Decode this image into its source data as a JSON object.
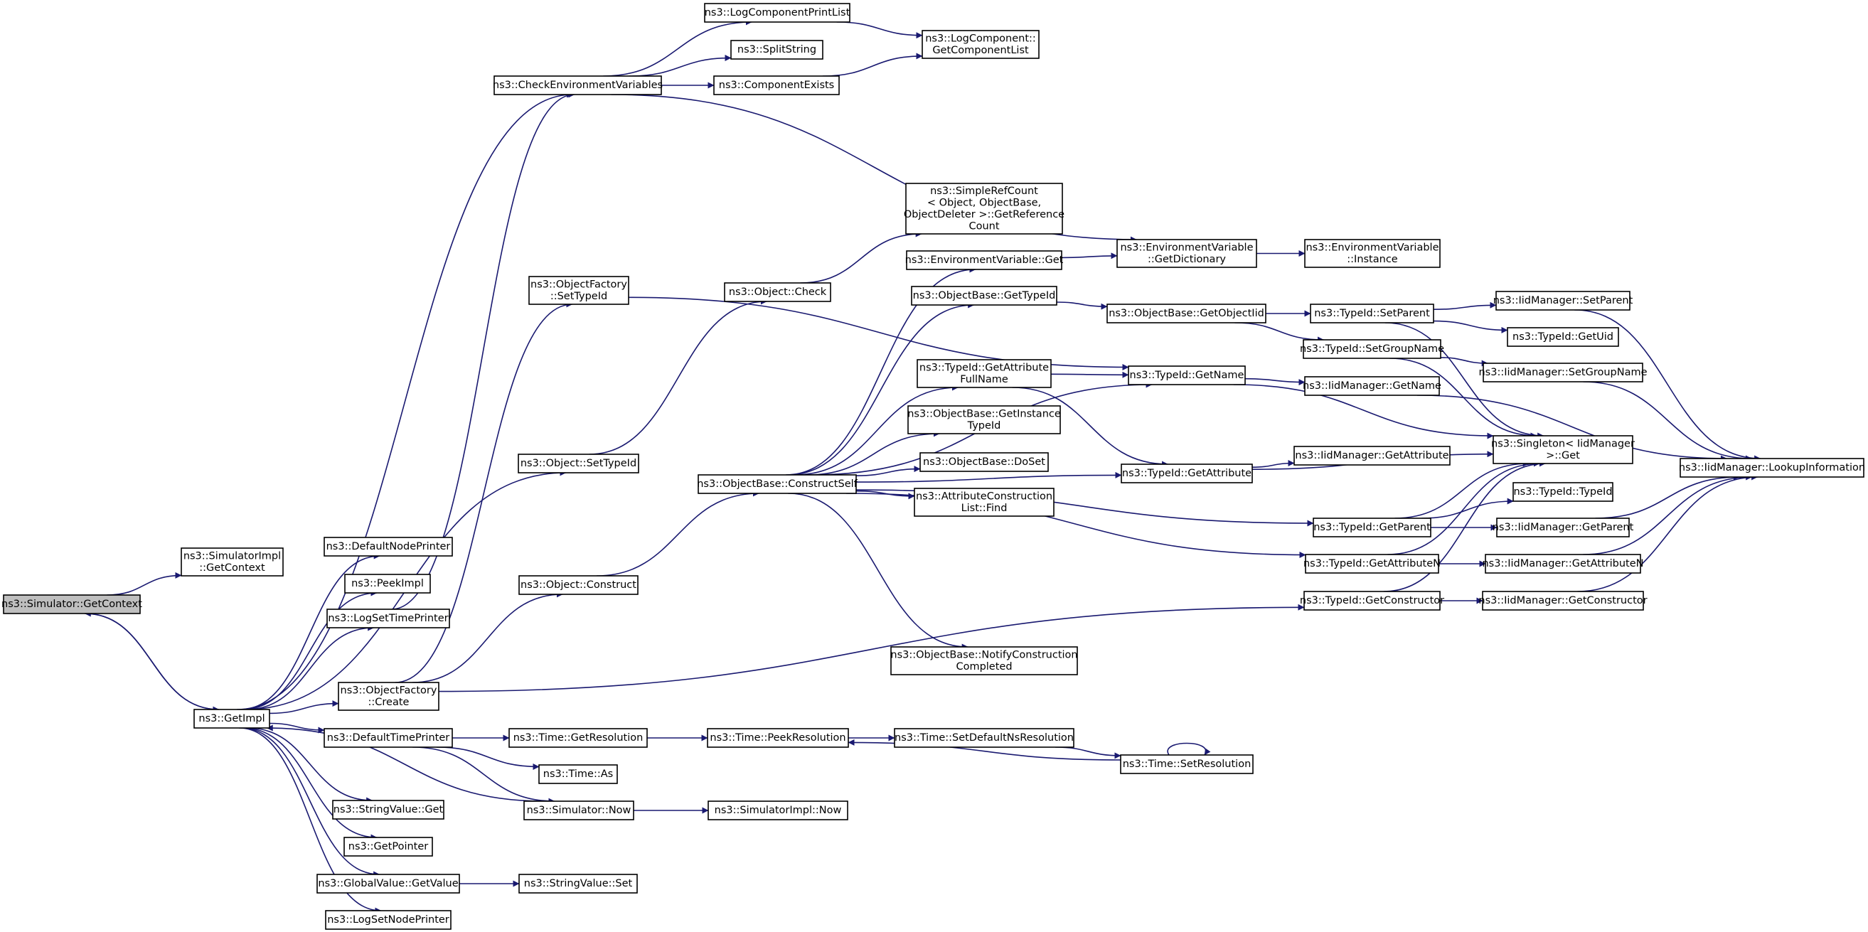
{
  "graph": {
    "root": "get_context",
    "nodes": [
      {
        "id": "get_context",
        "lines": [
          "ns3::Simulator::GetContext"
        ],
        "root": true
      },
      {
        "id": "simimpl_getcontext",
        "lines": [
          "ns3::SimulatorImpl",
          "::GetContext"
        ]
      },
      {
        "id": "get_impl",
        "lines": [
          "ns3::GetImpl"
        ]
      },
      {
        "id": "default_node_printer",
        "lines": [
          "ns3::DefaultNodePrinter"
        ]
      },
      {
        "id": "peek_impl",
        "lines": [
          "ns3::PeekImpl"
        ]
      },
      {
        "id": "log_set_time_printer",
        "lines": [
          "ns3::LogSetTimePrinter"
        ]
      },
      {
        "id": "object_factory_create",
        "lines": [
          "ns3::ObjectFactory",
          "::Create"
        ]
      },
      {
        "id": "default_time_printer",
        "lines": [
          "ns3::DefaultTimePrinter"
        ]
      },
      {
        "id": "string_value_get",
        "lines": [
          "ns3::StringValue::Get"
        ]
      },
      {
        "id": "get_pointer",
        "lines": [
          "ns3::GetPointer"
        ]
      },
      {
        "id": "global_value_get_value",
        "lines": [
          "ns3::GlobalValue::GetValue"
        ]
      },
      {
        "id": "log_set_node_printer",
        "lines": [
          "ns3::LogSetNodePrinter"
        ]
      },
      {
        "id": "check_env_vars",
        "lines": [
          "ns3::CheckEnvironmentVariables"
        ]
      },
      {
        "id": "object_factory_set_type_id",
        "lines": [
          "ns3::ObjectFactory",
          "::SetTypeId"
        ]
      },
      {
        "id": "object_set_type_id",
        "lines": [
          "ns3::Object::SetTypeId"
        ]
      },
      {
        "id": "object_construct",
        "lines": [
          "ns3::Object::Construct"
        ]
      },
      {
        "id": "time_get_resolution",
        "lines": [
          "ns3::Time::GetResolution"
        ]
      },
      {
        "id": "time_as",
        "lines": [
          "ns3::Time::As"
        ]
      },
      {
        "id": "simulator_now",
        "lines": [
          "ns3::Simulator::Now"
        ]
      },
      {
        "id": "string_value_set",
        "lines": [
          "ns3::StringValue::Set"
        ]
      },
      {
        "id": "log_component_print_list",
        "lines": [
          "ns3::LogComponentPrintList"
        ]
      },
      {
        "id": "split_string",
        "lines": [
          "ns3::SplitString"
        ]
      },
      {
        "id": "component_exists",
        "lines": [
          "ns3::ComponentExists"
        ]
      },
      {
        "id": "object_check",
        "lines": [
          "ns3::Object::Check"
        ]
      },
      {
        "id": "object_base_construct_self",
        "lines": [
          "ns3::ObjectBase::ConstructSelf"
        ]
      },
      {
        "id": "time_peek_resolution",
        "lines": [
          "ns3::Time::PeekResolution"
        ]
      },
      {
        "id": "simimpl_now",
        "lines": [
          "ns3::SimulatorImpl::Now"
        ]
      },
      {
        "id": "log_component_get_list",
        "lines": [
          "ns3::LogComponent::",
          "GetComponentList"
        ]
      },
      {
        "id": "simple_ref_count",
        "lines": [
          "ns3::SimpleRefCount",
          "< Object, ObjectBase,",
          " ObjectDeleter >::GetReference",
          "Count"
        ]
      },
      {
        "id": "env_var_get",
        "lines": [
          "ns3::EnvironmentVariable::Get"
        ]
      },
      {
        "id": "object_base_get_type_id",
        "lines": [
          "ns3::ObjectBase::GetTypeId"
        ]
      },
      {
        "id": "typeid_get_attribute_full_name",
        "lines": [
          "ns3::TypeId::GetAttribute",
          "FullName"
        ]
      },
      {
        "id": "object_base_get_instance_type_id",
        "lines": [
          "ns3::ObjectBase::GetInstance",
          "TypeId"
        ]
      },
      {
        "id": "object_base_do_set",
        "lines": [
          "ns3::ObjectBase::DoSet"
        ]
      },
      {
        "id": "attr_construction_list_find",
        "lines": [
          "ns3::AttributeConstruction",
          "List::Find"
        ]
      },
      {
        "id": "object_base_notify_construction",
        "lines": [
          "ns3::ObjectBase::NotifyConstruction",
          "Completed"
        ]
      },
      {
        "id": "time_set_default_ns_resolution",
        "lines": [
          "ns3::Time::SetDefaultNsResolution"
        ]
      },
      {
        "id": "env_var_get_dictionary",
        "lines": [
          "ns3::EnvironmentVariable",
          "::GetDictionary"
        ]
      },
      {
        "id": "object_base_get_object_iid",
        "lines": [
          "ns3::ObjectBase::GetObjectIid"
        ]
      },
      {
        "id": "typeid_get_name",
        "lines": [
          "ns3::TypeId::GetName"
        ]
      },
      {
        "id": "typeid_get_attribute",
        "lines": [
          "ns3::TypeId::GetAttribute"
        ]
      },
      {
        "id": "time_set_resolution",
        "lines": [
          "ns3::Time::SetResolution"
        ]
      },
      {
        "id": "env_var_instance",
        "lines": [
          "ns3::EnvironmentVariable",
          "::Instance"
        ]
      },
      {
        "id": "typeid_set_parent",
        "lines": [
          "ns3::TypeId::SetParent"
        ]
      },
      {
        "id": "typeid_set_group_name",
        "lines": [
          "ns3::TypeId::SetGroupName"
        ]
      },
      {
        "id": "iid_manager_get_name",
        "lines": [
          "ns3::IidManager::GetName"
        ]
      },
      {
        "id": "iid_manager_get_attribute",
        "lines": [
          "ns3::IidManager::GetAttribute"
        ]
      },
      {
        "id": "typeid_get_parent",
        "lines": [
          "ns3::TypeId::GetParent"
        ]
      },
      {
        "id": "typeid_get_attribute_n",
        "lines": [
          "ns3::TypeId::GetAttributeN"
        ]
      },
      {
        "id": "typeid_get_constructor",
        "lines": [
          "ns3::TypeId::GetConstructor"
        ]
      },
      {
        "id": "iid_manager_set_parent",
        "lines": [
          "ns3::IidManager::SetParent"
        ]
      },
      {
        "id": "typeid_get_uid",
        "lines": [
          "ns3::TypeId::GetUid"
        ]
      },
      {
        "id": "iid_manager_set_group_name",
        "lines": [
          "ns3::IidManager::SetGroupName"
        ]
      },
      {
        "id": "singleton_get",
        "lines": [
          "ns3::Singleton< IidManager",
          " >::Get"
        ]
      },
      {
        "id": "typeid_typeid",
        "lines": [
          "ns3::TypeId::TypeId"
        ]
      },
      {
        "id": "iid_manager_get_parent",
        "lines": [
          "ns3::IidManager::GetParent"
        ]
      },
      {
        "id": "iid_manager_get_attribute_n",
        "lines": [
          "ns3::IidManager::GetAttributeN"
        ]
      },
      {
        "id": "iid_manager_get_constructor",
        "lines": [
          "ns3::IidManager::GetConstructor"
        ]
      },
      {
        "id": "iid_manager_lookup_information",
        "lines": [
          "ns3::IidManager::LookupInformation"
        ]
      }
    ],
    "edges": [
      [
        "get_context",
        "simimpl_getcontext"
      ],
      [
        "get_context",
        "get_impl"
      ],
      [
        "get_impl",
        "get_context"
      ],
      [
        "get_impl",
        "default_node_printer"
      ],
      [
        "get_impl",
        "peek_impl"
      ],
      [
        "get_impl",
        "log_set_time_printer"
      ],
      [
        "get_impl",
        "object_factory_create"
      ],
      [
        "get_impl",
        "default_time_printer"
      ],
      [
        "get_impl",
        "string_value_get"
      ],
      [
        "get_impl",
        "get_pointer"
      ],
      [
        "get_impl",
        "global_value_get_value"
      ],
      [
        "get_impl",
        "log_set_node_printer"
      ],
      [
        "get_impl",
        "check_env_vars"
      ],
      [
        "get_impl",
        "object_set_type_id"
      ],
      [
        "simulator_now",
        "get_impl"
      ],
      [
        "log_set_time_printer",
        "check_env_vars"
      ],
      [
        "object_factory_create",
        "object_factory_set_type_id"
      ],
      [
        "object_factory_create",
        "object_construct"
      ],
      [
        "object_factory_create",
        "typeid_get_constructor"
      ],
      [
        "default_time_printer",
        "time_get_resolution"
      ],
      [
        "default_time_printer",
        "time_as"
      ],
      [
        "default_time_printer",
        "simulator_now"
      ],
      [
        "global_value_get_value",
        "string_value_set"
      ],
      [
        "check_env_vars",
        "log_component_print_list"
      ],
      [
        "check_env_vars",
        "split_string"
      ],
      [
        "check_env_vars",
        "component_exists"
      ],
      [
        "check_env_vars",
        "env_var_get_dictionary"
      ],
      [
        "object_factory_set_type_id",
        "typeid_get_name"
      ],
      [
        "object_set_type_id",
        "object_check"
      ],
      [
        "object_construct",
        "object_base_construct_self"
      ],
      [
        "time_get_resolution",
        "time_peek_resolution"
      ],
      [
        "simulator_now",
        "simimpl_now"
      ],
      [
        "log_component_print_list",
        "log_component_get_list"
      ],
      [
        "component_exists",
        "log_component_get_list"
      ],
      [
        "object_check",
        "simple_ref_count"
      ],
      [
        "object_base_construct_self",
        "env_var_get"
      ],
      [
        "object_base_construct_self",
        "object_base_get_type_id"
      ],
      [
        "object_base_construct_self",
        "typeid_get_name"
      ],
      [
        "object_base_construct_self",
        "typeid_get_attribute_full_name"
      ],
      [
        "object_base_construct_self",
        "object_base_get_instance_type_id"
      ],
      [
        "object_base_construct_self",
        "object_base_do_set"
      ],
      [
        "object_base_construct_self",
        "attr_construction_list_find"
      ],
      [
        "object_base_construct_self",
        "object_base_notify_construction"
      ],
      [
        "object_base_construct_self",
        "typeid_get_attribute"
      ],
      [
        "object_base_construct_self",
        "typeid_get_parent"
      ],
      [
        "object_base_construct_self",
        "typeid_get_attribute_n"
      ],
      [
        "time_peek_resolution",
        "time_set_default_ns_resolution"
      ],
      [
        "env_var_get",
        "env_var_get_dictionary"
      ],
      [
        "object_base_get_type_id",
        "object_base_get_object_iid"
      ],
      [
        "typeid_get_attribute_full_name",
        "typeid_get_name"
      ],
      [
        "typeid_get_attribute_full_name",
        "typeid_get_attribute"
      ],
      [
        "time_set_default_ns_resolution",
        "time_set_resolution"
      ],
      [
        "time_set_resolution",
        "time_peek_resolution"
      ],
      [
        "time_set_resolution",
        "time_set_resolution"
      ],
      [
        "env_var_get_dictionary",
        "env_var_instance"
      ],
      [
        "object_base_get_object_iid",
        "typeid_set_parent"
      ],
      [
        "object_base_get_object_iid",
        "typeid_set_group_name"
      ],
      [
        "typeid_get_name",
        "iid_manager_get_name"
      ],
      [
        "typeid_get_name",
        "singleton_get"
      ],
      [
        "typeid_get_attribute",
        "iid_manager_get_attribute"
      ],
      [
        "typeid_get_attribute",
        "singleton_get"
      ],
      [
        "typeid_set_parent",
        "iid_manager_set_parent"
      ],
      [
        "typeid_set_parent",
        "typeid_get_uid"
      ],
      [
        "typeid_set_parent",
        "singleton_get"
      ],
      [
        "typeid_set_group_name",
        "iid_manager_set_group_name"
      ],
      [
        "typeid_set_group_name",
        "singleton_get"
      ],
      [
        "iid_manager_get_name",
        "iid_manager_lookup_information"
      ],
      [
        "typeid_get_parent",
        "typeid_typeid"
      ],
      [
        "typeid_get_parent",
        "iid_manager_get_parent"
      ],
      [
        "typeid_get_parent",
        "singleton_get"
      ],
      [
        "typeid_get_attribute_n",
        "iid_manager_get_attribute_n"
      ],
      [
        "typeid_get_attribute_n",
        "singleton_get"
      ],
      [
        "typeid_get_constructor",
        "iid_manager_get_constructor"
      ],
      [
        "typeid_get_constructor",
        "singleton_get"
      ],
      [
        "iid_manager_set_parent",
        "iid_manager_lookup_information"
      ],
      [
        "iid_manager_set_group_name",
        "iid_manager_lookup_information"
      ],
      [
        "iid_manager_get_parent",
        "iid_manager_lookup_information"
      ],
      [
        "iid_manager_get_attribute_n",
        "iid_manager_lookup_information"
      ],
      [
        "iid_manager_get_constructor",
        "iid_manager_lookup_information"
      ]
    ]
  }
}
